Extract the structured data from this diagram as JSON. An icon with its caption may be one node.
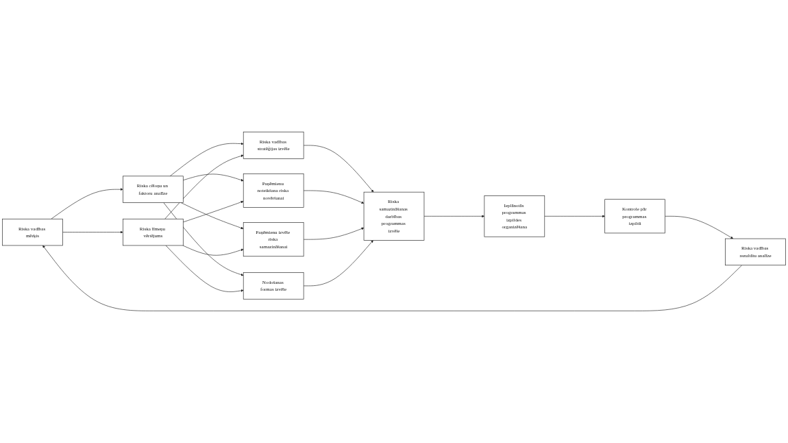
{
  "diagram": {
    "nodes": [
      {
        "text": [
          "Riska vadības mērķis"
        ]
      },
      {
        "text": [
          "Riska cēloņu un faktoru analīze"
        ]
      },
      {
        "text": [
          "Riska līmeņu vērtējums"
        ]
      },
      {
        "text": [
          "Riska vadības stratēģijas izvēle"
        ]
      },
      {
        "text": [
          "Paņēmienu noteikšana riska novēršanai"
        ]
      },
      {
        "text": [
          "Paņēmienu izvēle riska samazināšanai"
        ]
      },
      {
        "text": [
          "Nodošanas formas izvēle"
        ]
      },
      {
        "text": [
          "Riska samazināšanas darbības programmas izvēle"
        ]
      },
      {
        "text": [
          "Ieplānotās programmas izpildes organizēšana"
        ]
      },
      {
        "text": [
          "Kontrole pār programmas izpildi"
        ]
      },
      {
        "text": [
          "Riska vadības rezultātu analīze"
        ]
      }
    ],
    "edges": [
      {
        "from": 0,
        "to": 1,
        "arrow": "to"
      },
      {
        "from": 0,
        "to": 2,
        "arrow": "to"
      },
      {
        "from": 1,
        "to": 3,
        "arrow": "to"
      },
      {
        "from": 1,
        "to": 4,
        "arrow": "to"
      },
      {
        "from": 1,
        "to": 5,
        "arrow": "to"
      },
      {
        "from": 1,
        "to": 6,
        "arrow": "to"
      },
      {
        "from": 2,
        "to": 3,
        "arrow": "to"
      },
      {
        "from": 2,
        "to": 4,
        "arrow": "to"
      },
      {
        "from": 2,
        "to": 5,
        "arrow": "to"
      },
      {
        "from": 2,
        "to": 6,
        "arrow": "to"
      },
      {
        "from": 3,
        "to": 7,
        "arrow": "to"
      },
      {
        "from": 4,
        "to": 7,
        "arrow": "to"
      },
      {
        "from": 5,
        "to": 7,
        "arrow": "to"
      },
      {
        "from": 6,
        "to": 7,
        "arrow": "to"
      },
      {
        "from": 7,
        "to": 8,
        "arrow": "to"
      },
      {
        "from": 8,
        "to": 9,
        "arrow": "to"
      },
      {
        "from": 9,
        "to": 10,
        "arrow": "to"
      },
      {
        "from": 10,
        "to": 0,
        "arrow": "to"
      }
    ]
  }
}
